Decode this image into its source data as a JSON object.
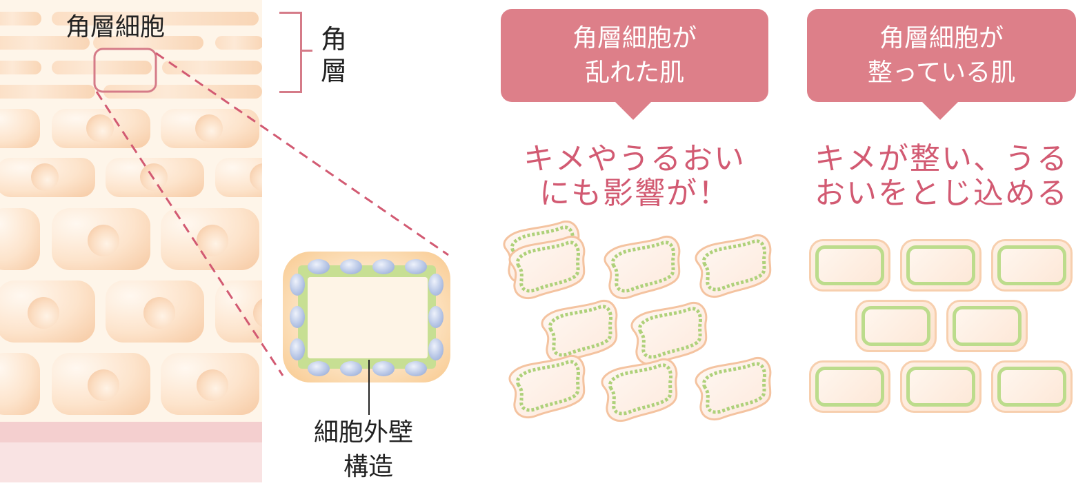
{
  "left_panel": {
    "corneocyte_label": "角層細胞",
    "stratum_corneum_label_line1": "角",
    "stratum_corneum_label_line2": "層",
    "cell_wall_label_line1": "細胞外壁",
    "cell_wall_label_line2": "構造"
  },
  "panels": [
    {
      "bubble_line1": "角層細胞が",
      "bubble_line2": "乱れた肌",
      "caption_line1": "キメやうるおい",
      "caption_line2": "にも影響が！",
      "cell_state": "disordered"
    },
    {
      "bubble_line1": "角層細胞が",
      "bubble_line2": "整っている肌",
      "caption_line1": "キメが整い、うる",
      "caption_line2": "おいをとじ込める",
      "cell_state": "ordered"
    }
  ],
  "colors": {
    "bubble": "#dd7f89",
    "caption": "#d25a72",
    "bracket": "#d57b88",
    "cell_wall_green": "#bcdc8c",
    "skin_base": "#fef5e9",
    "bead_blue": "#b7c6e6"
  }
}
